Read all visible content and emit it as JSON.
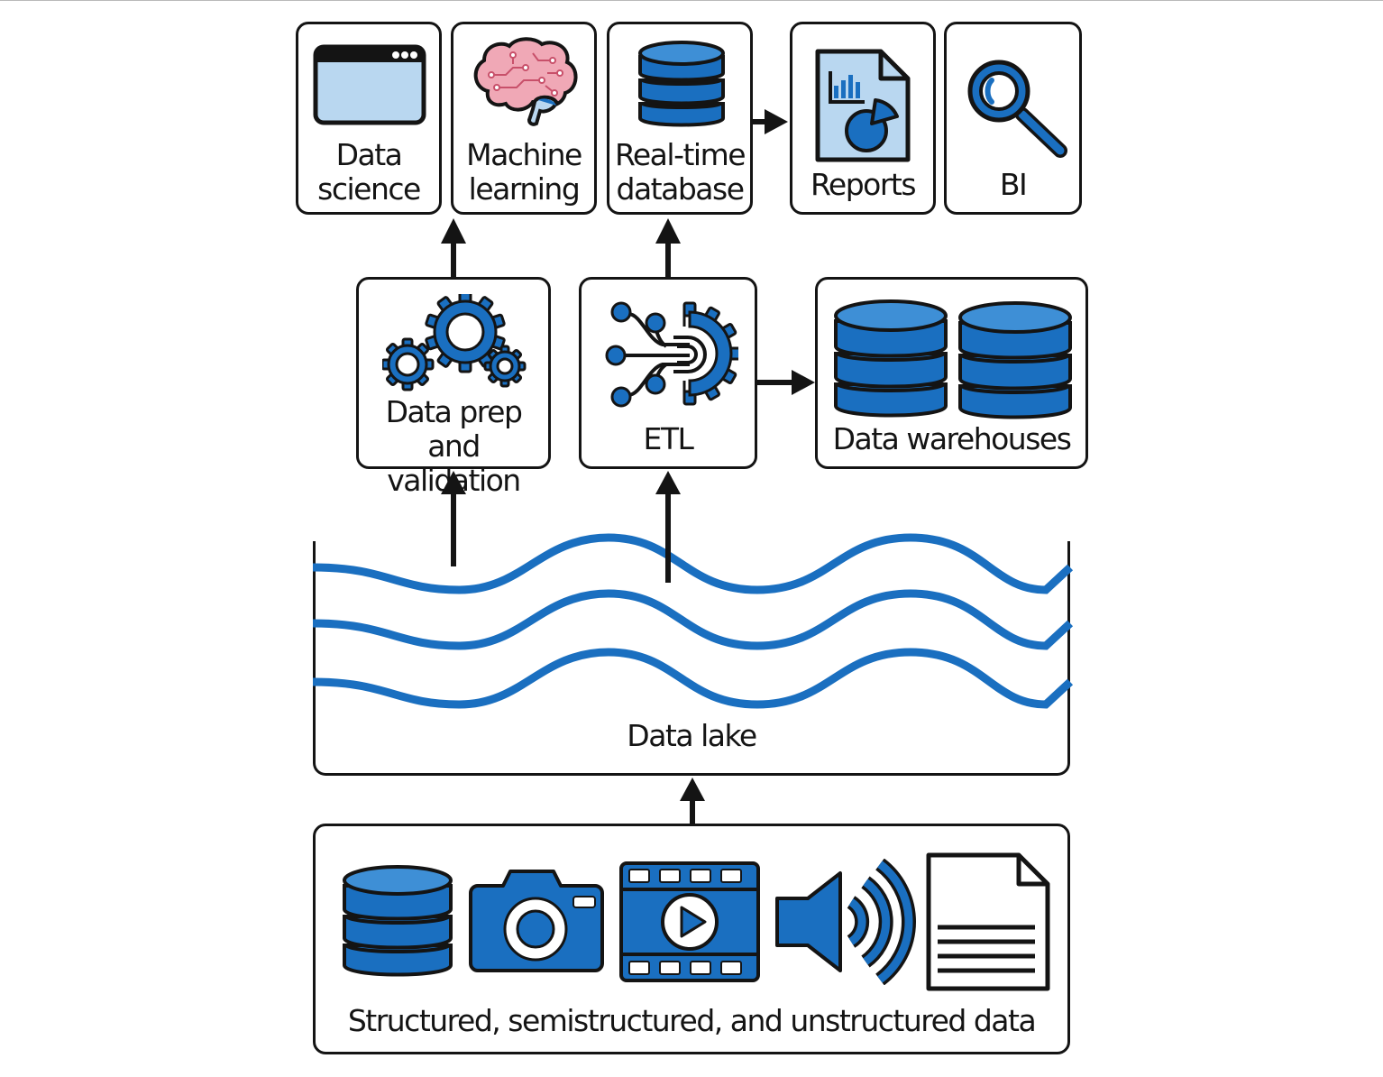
{
  "top_row": {
    "data_science": "Data\nscience",
    "machine_learning": "Machine\nlearning",
    "real_time_database": "Real-time\ndatabase",
    "reports": "Reports",
    "bi": "BI"
  },
  "middle_row": {
    "data_prep": "Data prep and\nvalidation",
    "etl": "ETL",
    "data_warehouses": "Data warehouses"
  },
  "lake": {
    "label": "Data lake"
  },
  "sources": {
    "label": "Structured, semistructured, and unstructured data"
  },
  "colors": {
    "blue": "#1a6fc0",
    "light_blue": "#b9d7f0",
    "outline": "#141414",
    "brain_pink": "#f0a8b6"
  },
  "icons": [
    "browser-window-icon",
    "brain-icon",
    "database-icon",
    "report-document-icon",
    "magnifier-icon",
    "gears-icon",
    "etl-gear-icon",
    "camera-icon",
    "film-play-icon",
    "speaker-icon",
    "text-document-icon"
  ]
}
